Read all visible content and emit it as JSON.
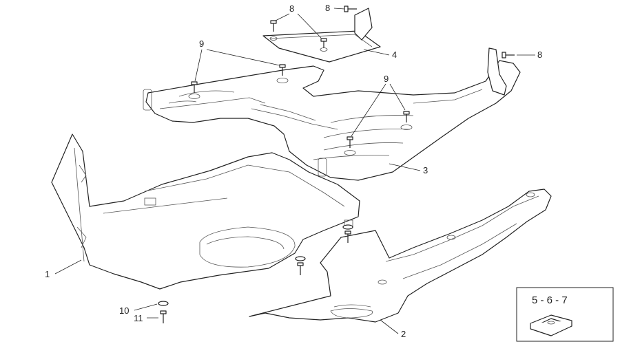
{
  "diagram": {
    "callouts": [
      {
        "id": "c1",
        "label": "1"
      },
      {
        "id": "c2",
        "label": "2"
      },
      {
        "id": "c3",
        "label": "3"
      },
      {
        "id": "c4",
        "label": "4"
      },
      {
        "id": "c8a",
        "label": "8"
      },
      {
        "id": "c8b",
        "label": "8"
      },
      {
        "id": "c8c",
        "label": "8"
      },
      {
        "id": "c9a",
        "label": "9"
      },
      {
        "id": "c9b",
        "label": "9"
      },
      {
        "id": "c10",
        "label": "10"
      },
      {
        "id": "c11",
        "label": "11"
      }
    ],
    "inset": {
      "label": "5 - 6 - 7"
    }
  }
}
